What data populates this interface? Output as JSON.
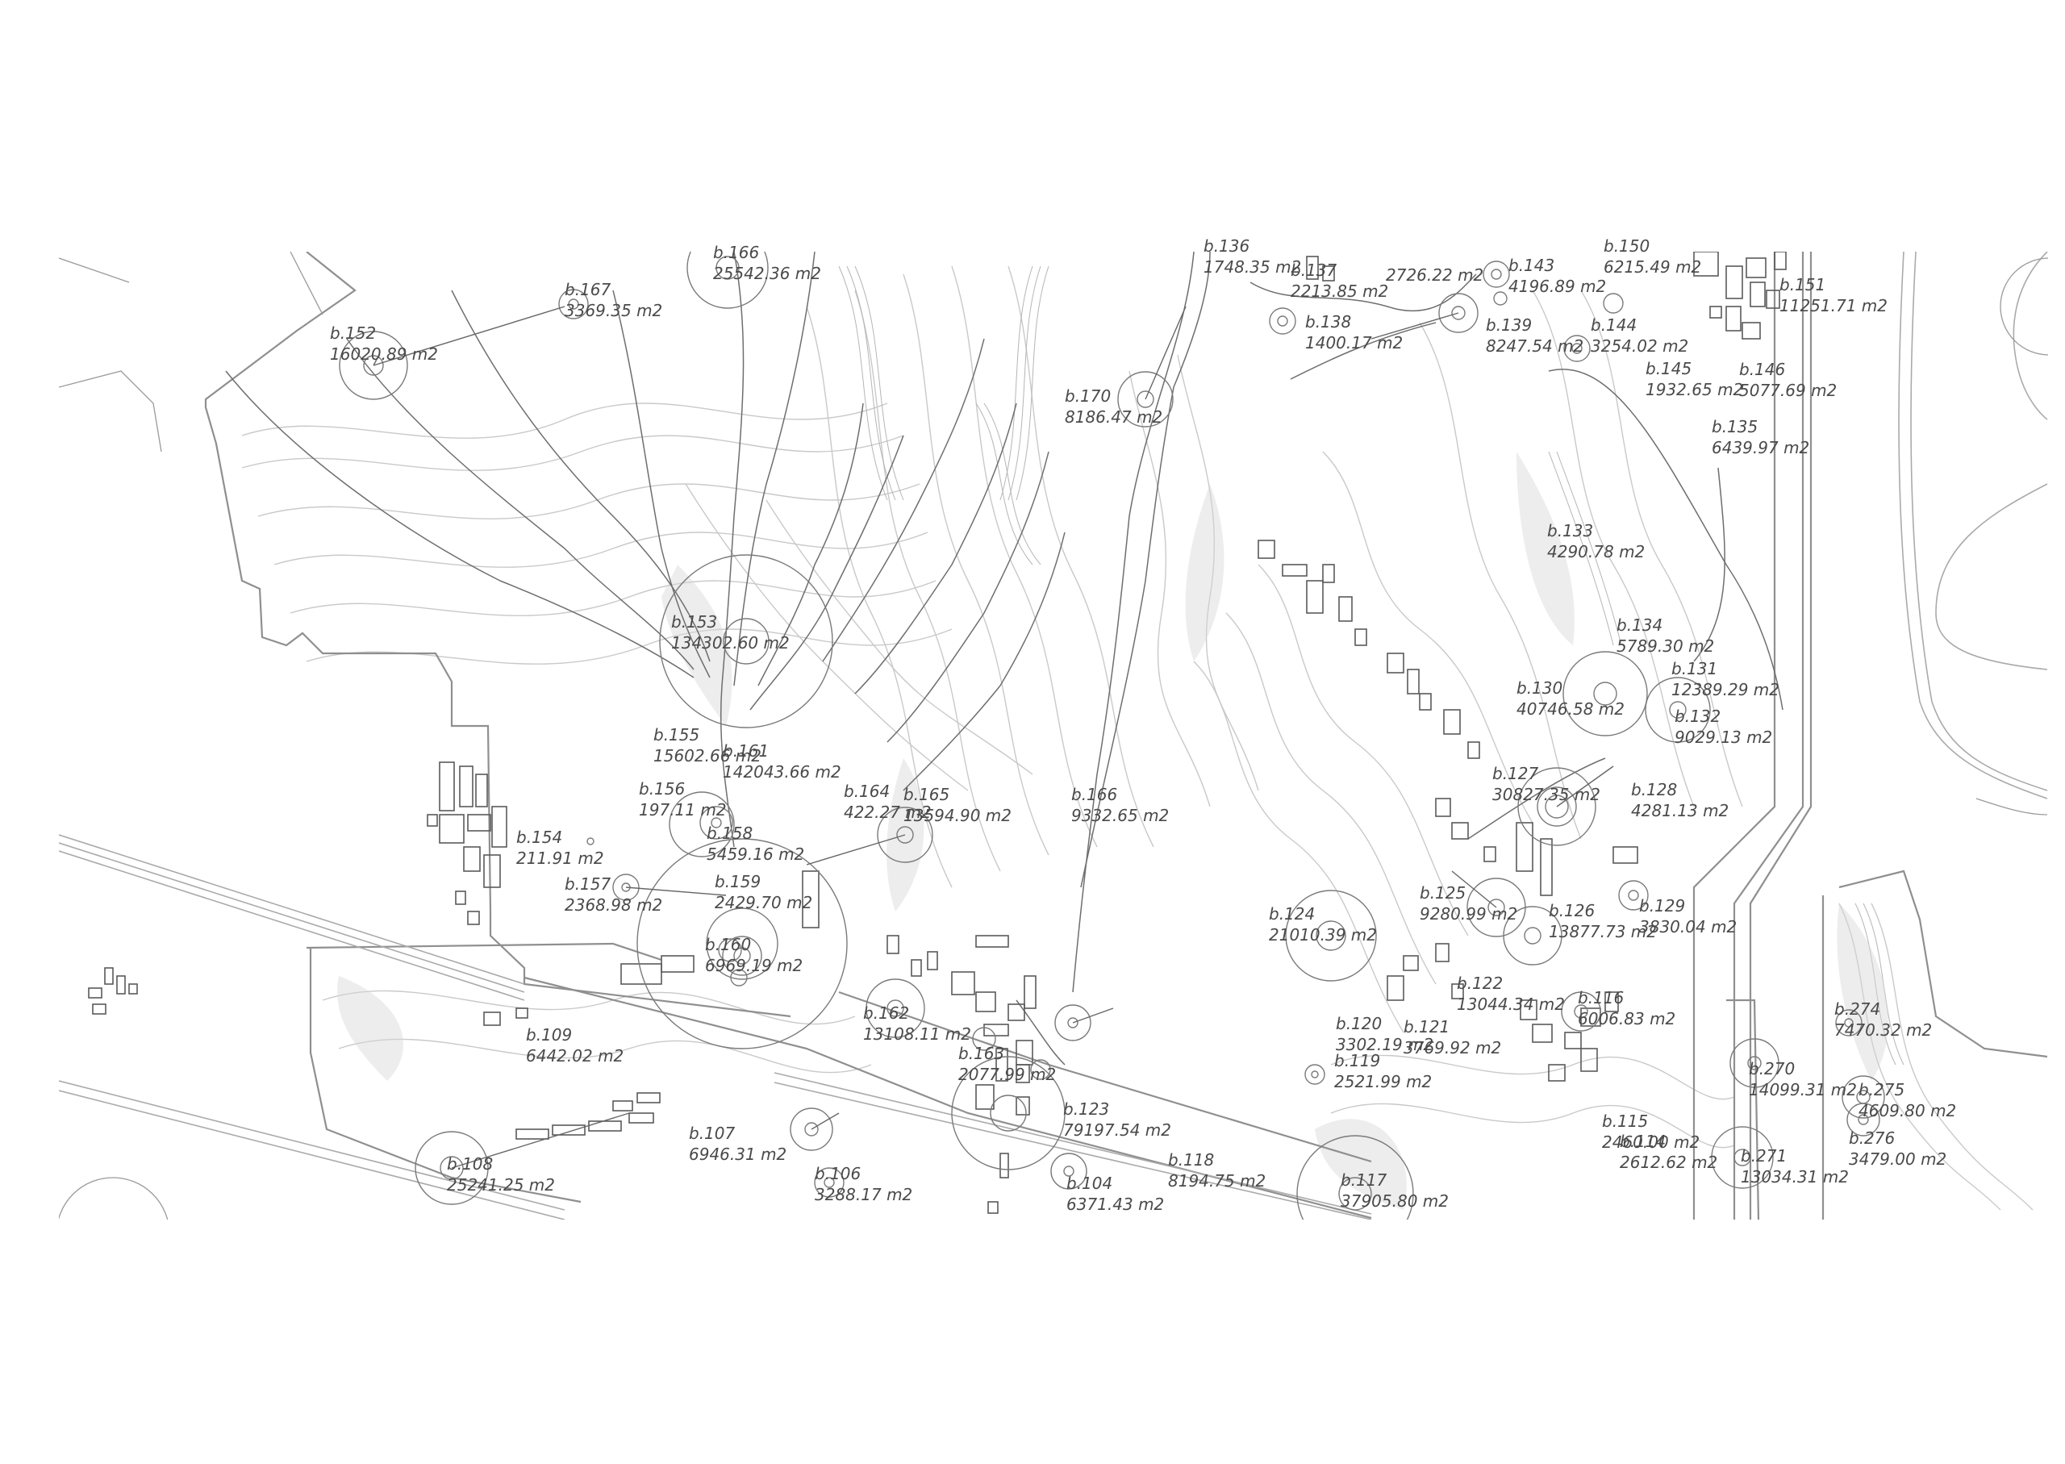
{
  "colors": {
    "background": "#ffffff",
    "linework": "#8a8a8a",
    "contour": "#c4c4c4",
    "circle": "#7a7a7a",
    "text": "#4a4a4a"
  },
  "basins": [
    {
      "id": "b.166",
      "area": "25542.36  m2"
    },
    {
      "id": "b.167",
      "area": "3369.35 m2"
    },
    {
      "id": "b.152",
      "area": "16020.89 m2"
    },
    {
      "id": "b.153",
      "area": "134302.60 m2"
    },
    {
      "id": "b.155",
      "area": "15602.66 m2"
    },
    {
      "id": "b.161",
      "area": "142043.66 m2"
    },
    {
      "id": "b.156",
      "area": "197.11 m2"
    },
    {
      "id": "b.154",
      "area": "211.91 m2"
    },
    {
      "id": "b.158",
      "area": "5459.16 m2"
    },
    {
      "id": "b.157",
      "area": "2368.98 m2"
    },
    {
      "id": "b.159",
      "area": "2429.70 m2"
    },
    {
      "id": "b.160",
      "area": "6969.19 m2"
    },
    {
      "id": "b.109",
      "area": "6442.02 m2"
    },
    {
      "id": "b.108",
      "area": "25241.25 m2"
    },
    {
      "id": "b.107",
      "area": "6946.31 m2"
    },
    {
      "id": "b.106",
      "area": "3288.17 m2"
    },
    {
      "id": "b.164",
      "area": "422.27 m2"
    },
    {
      "id": "b.165",
      "area": "13594.90 m2"
    },
    {
      "id": "b.166",
      "area": "9332.65 m2"
    },
    {
      "id": "b.162",
      "area": "13108.11 m2"
    },
    {
      "id": "b.163",
      "area": "2077.99 m2"
    },
    {
      "id": "b.123",
      "area": "79197.54 m2"
    },
    {
      "id": "b.104",
      "area": "6371.43 m2"
    },
    {
      "id": "b.118",
      "area": "8194.75 m2"
    },
    {
      "id": "b.170",
      "area": "8186.47 m2"
    },
    {
      "id": "b.136",
      "area": "1748.35 m2"
    },
    {
      "id": "b.137",
      "area": "2213.85 m2"
    },
    {
      "id": "b.138",
      "area": "1400.17 m2"
    },
    {
      "id": "",
      "area": "2726.22 m2"
    },
    {
      "id": "b.143",
      "area": "4196.89 m2"
    },
    {
      "id": "b.139",
      "area": "8247.54 m2"
    },
    {
      "id": "b.150",
      "area": "6215.49 m2"
    },
    {
      "id": "b.144",
      "area": "3254.02 m2"
    },
    {
      "id": "b.151",
      "area": "11251.71 m2"
    },
    {
      "id": "b.145",
      "area": "1932.65 m2"
    },
    {
      "id": "b.146",
      "area": "5077.69  m2"
    },
    {
      "id": "b.135",
      "area": "6439.97 m2"
    },
    {
      "id": "b.133",
      "area": "4290.78 m2"
    },
    {
      "id": "b.134",
      "area": "5789.30 m2"
    },
    {
      "id": "b.131",
      "area": "12389.29 m2"
    },
    {
      "id": "b.130",
      "area": "40746.58 m2"
    },
    {
      "id": "b.132",
      "area": "9029.13 m2"
    },
    {
      "id": "b.127",
      "area": "30827.35 m2"
    },
    {
      "id": "b.128",
      "area": "4281.13 m2"
    },
    {
      "id": "b.125",
      "area": "9280.99 m2"
    },
    {
      "id": "b.124",
      "area": "21010.39 m2"
    },
    {
      "id": "b.126",
      "area": "13877.73 m2"
    },
    {
      "id": "b.129",
      "area": "3830.04 m2"
    },
    {
      "id": "b.122",
      "area": "13044.34 m2"
    },
    {
      "id": "b.120",
      "area": "3302.19 m2"
    },
    {
      "id": "b.121",
      "area": "3769.92 m2"
    },
    {
      "id": "b.119",
      "area": "2521.99 m2"
    },
    {
      "id": "b.116",
      "area": "6006.83 m2"
    },
    {
      "id": "b.115",
      "area": "2460.00 m2"
    },
    {
      "id": "b.114",
      "area": "2612.62 m2"
    },
    {
      "id": "b.117",
      "area": "37905.80 m2"
    },
    {
      "id": "b.270",
      "area": "14099.31 m2"
    },
    {
      "id": "b.271",
      "area": "13034.31 m2"
    },
    {
      "id": "b.274",
      "area": "7470.32 m2"
    },
    {
      "id": "b.275",
      "area": "4609.80  m2"
    },
    {
      "id": "b.276",
      "area": "3479.00 m2"
    }
  ]
}
